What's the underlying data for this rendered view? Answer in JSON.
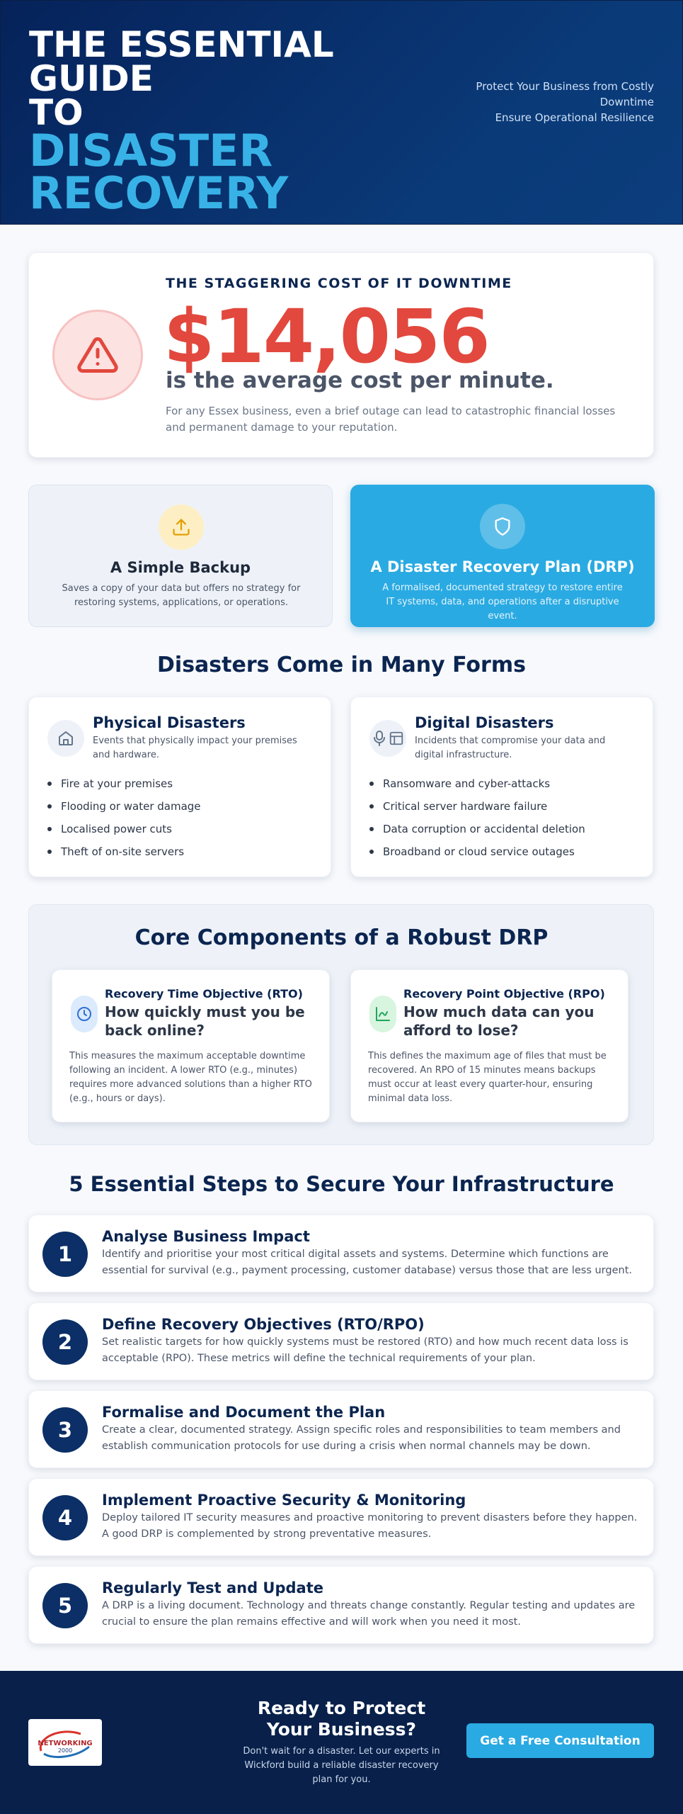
{
  "hero": {
    "title_line1": "THE ESSENTIAL GUIDE",
    "title_line2": "TO",
    "title_line3": "DISASTER",
    "title_line4": "RECOVERY",
    "subtitle_line1": "Protect Your Business from Costly Downtime",
    "subtitle_line2": "Ensure Operational Resilience"
  },
  "cost": {
    "label": "THE STAGGERING COST OF IT DOWNTIME",
    "value": "$14,056",
    "unit": "is the average cost per minute.",
    "description": "For any Essex business, even a brief outage can lead to catastrophic financial losses and permanent damage to your reputation.",
    "icon": "warning-triangle-icon"
  },
  "comparison": {
    "backup": {
      "title": "A Simple Backup",
      "description": "Saves a copy of your data but offers no strategy for restoring systems, applications, or operations.",
      "icon": "upload-icon"
    },
    "drp": {
      "title": "A Disaster Recovery Plan (DRP)",
      "description": "A formalised, documented strategy to restore entire IT systems, data, and operations after a disruptive event.",
      "icon": "shield-icon"
    }
  },
  "disasters": {
    "section_title": "Disasters Come in Many Forms",
    "physical": {
      "title": "Physical Disasters",
      "description": "Events that physically impact your premises and hardware.",
      "items": [
        "Fire at your premises",
        "Flooding or water damage",
        "Localised power cuts",
        "Theft of on-site servers"
      ]
    },
    "digital": {
      "title": "Digital Disasters",
      "description": "Incidents that compromise your data and digital infrastructure.",
      "items": [
        "Ransomware and cyber-attacks",
        "Critical server hardware failure",
        "Data corruption or accidental deletion",
        "Broadband or cloud service outages"
      ]
    }
  },
  "core": {
    "section_title": "Core Components of a Robust DRP",
    "rto": {
      "label": "Recovery Time Objective (RTO)",
      "question": "How quickly must you be back online?",
      "description": "This measures the maximum acceptable downtime following an incident. A lower RTO (e.g., minutes) requires more advanced solutions than a higher RTO (e.g., hours or days)."
    },
    "rpo": {
      "label": "Recovery Point Objective (RPO)",
      "question": "How much data can you afford to lose?",
      "description": "This defines the maximum age of files that must be recovered. An RPO of 15 minutes means backups must occur at least every quarter-hour, ensuring minimal data loss."
    }
  },
  "steps": {
    "section_title": "5 Essential Steps to Secure Your Infrastructure",
    "items": [
      {
        "num": "1",
        "title": "Analyse Business Impact",
        "description": "Identify and prioritise your most critical digital assets and systems. Determine which functions are essential for survival (e.g., payment processing, customer database) versus those that are less urgent."
      },
      {
        "num": "2",
        "title": "Define Recovery Objectives (RTO/RPO)",
        "description": "Set realistic targets for how quickly systems must be restored (RTO) and how much recent data loss is acceptable (RPO). These metrics will define the technical requirements of your plan."
      },
      {
        "num": "3",
        "title": "Formalise and Document the Plan",
        "description": "Create a clear, documented strategy. Assign specific roles and responsibilities to team members and establish communication protocols for use during a crisis when normal channels may be down."
      },
      {
        "num": "4",
        "title": "Implement Proactive Security & Monitoring",
        "description": "Deploy tailored IT security measures and proactive monitoring to prevent disasters before they happen. A good DRP is complemented by strong preventative measures."
      },
      {
        "num": "5",
        "title": "Regularly Test and Update",
        "description": "A DRP is a living document. Technology and threats change constantly. Regular testing and updates are crucial to ensure the plan remains effective and will work when you need it most."
      }
    ]
  },
  "footer": {
    "logo_text": "NETWORKING",
    "logo_subtext": "2000",
    "title_line1": "Ready to Protect",
    "title_line2": "Your Business?",
    "description": "Don't wait for a disaster. Let our experts in Wickford build a reliable disaster recovery plan for you.",
    "cta_label": "Get a Free Consultation"
  },
  "colors": {
    "navy": "#0b2550",
    "accent_blue": "#2aaae2",
    "alert_red": "#e2483d"
  }
}
